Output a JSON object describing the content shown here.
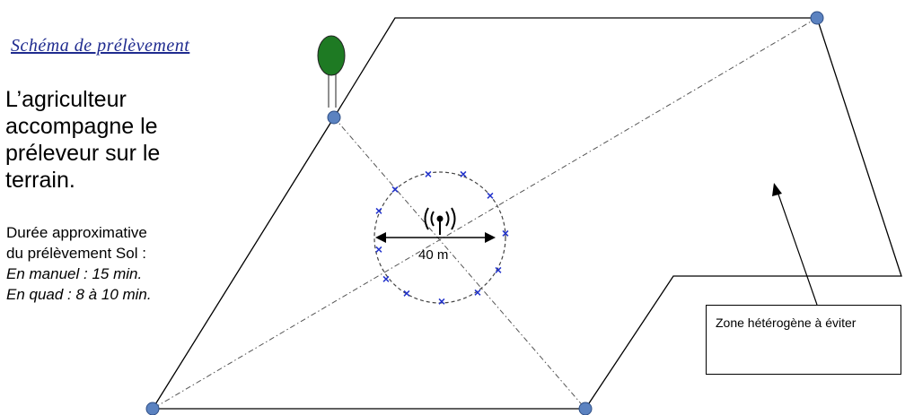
{
  "title": "Schéma de prélèvement",
  "intro": {
    "line1": "L’agriculteur",
    "line2": "accompagne le",
    "line3": "préleveur sur le",
    "line4": "terrain."
  },
  "details": {
    "line1": "Durée approximative",
    "line2": "du prélèvement Sol :",
    "manual": "En manuel : 15 min.",
    "quad": "En quad : 8 à 10 min."
  },
  "diagram": {
    "measure_label": "40 m",
    "zone_label": "Zone hétérogène à éviter",
    "colors": {
      "corner_marker": "#5b82c0",
      "sample_mark": "#2233cc",
      "tree_crown": "#1e7a23"
    },
    "icons": [
      "tree-icon",
      "antenna-icon"
    ]
  }
}
